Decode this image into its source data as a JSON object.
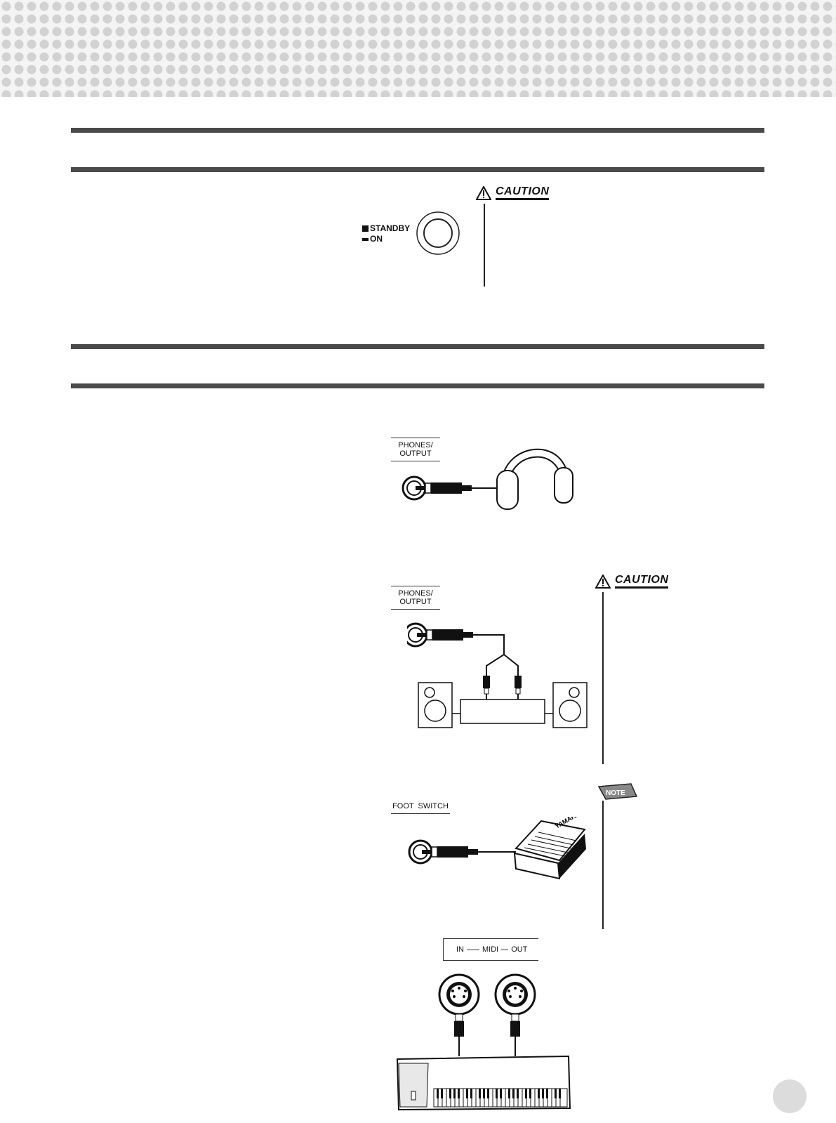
{
  "power": {
    "standby_label": "STANDBY",
    "on_label": "ON"
  },
  "cautions": [
    {
      "label": "CAUTION"
    },
    {
      "label": "CAUTION"
    }
  ],
  "phones_headphones": {
    "label_line1": "PHONES/",
    "label_line2": "OUTPUT"
  },
  "phones_amp": {
    "label_line1": "PHONES/",
    "label_line2": "OUTPUT"
  },
  "foot_switch": {
    "label": "FOOT  SWITCH",
    "brand_text": "YAMAHA"
  },
  "note": {
    "label": "NOTE"
  },
  "midi": {
    "in_label": "IN",
    "midi_label": "MIDI",
    "out_label": "OUT"
  }
}
